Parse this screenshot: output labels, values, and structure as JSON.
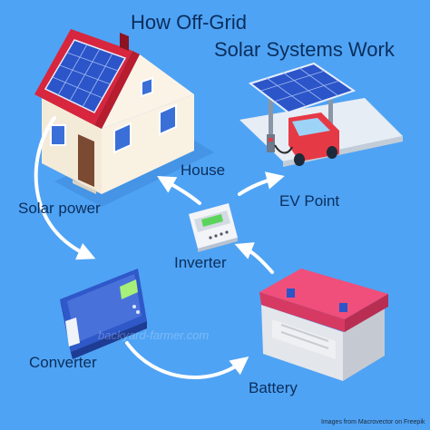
{
  "title": {
    "line1": "How Off-Grid",
    "line2": "Solar Systems Work"
  },
  "labels": {
    "house": "House",
    "ev_point": "EV Point",
    "solar_power": "Solar power",
    "inverter": "Inverter",
    "converter": "Converter",
    "battery": "Battery"
  },
  "watermark": "backyard-farmer.com",
  "credit": "Images from Macrovector on Freepik",
  "colors": {
    "background": "#4fa3f4",
    "text": "#0a2e5c",
    "arrow": "#ffffff",
    "roof": "#d7263d",
    "panel": "#2b55c8",
    "battery_top": "#ef4f7a",
    "converter": "#2f58c9"
  }
}
